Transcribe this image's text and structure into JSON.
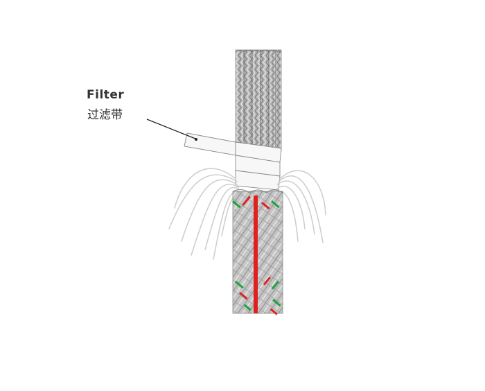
{
  "callout": {
    "label_en": "Filter",
    "label_zh": "过滤带"
  },
  "colors": {
    "braid_base": "#b8b8b8",
    "braid_dark": "#7a7a7a",
    "braid_light": "#e4e4e4",
    "red_tracer": "#e02020",
    "green_marker": "#1aa33a",
    "wire": "#d0d0d0",
    "callout_line": "#222222"
  },
  "components": [
    "braided-sleeve-upper",
    "filter-tape-wrap",
    "shielding-wires",
    "braided-sleeve-lower",
    "red-tracer-line"
  ]
}
